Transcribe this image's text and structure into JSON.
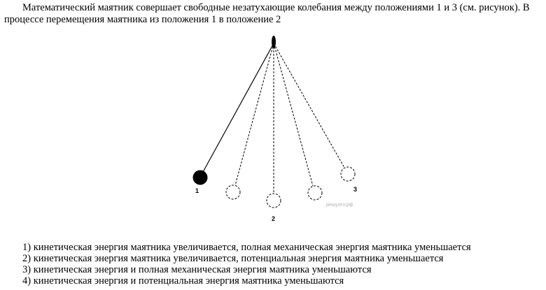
{
  "question": {
    "text": "Математический маятник совершает свободные незатухающие колебания между положениями 1 и 3 (см. рисунок). В процессе перемещения маятника из положения 1 в положение 2"
  },
  "figure": {
    "labels": {
      "pos1": "1",
      "pos2": "2",
      "pos3": "3"
    },
    "watermark": "решуогэ.рф"
  },
  "answers": [
    "1) кинетическая энергия маятника увеличивается, полная механическая энергия маятника уменьшается",
    "2) кинетическая энергия маятника увеличивается, потенциальная энергия маятника уменьшается",
    "3) кинетическая энергия и полная механическая энергия маятника уменьшаются",
    "4) кинетическая энергия и потенциальная энергия маятника уменьшаются"
  ]
}
